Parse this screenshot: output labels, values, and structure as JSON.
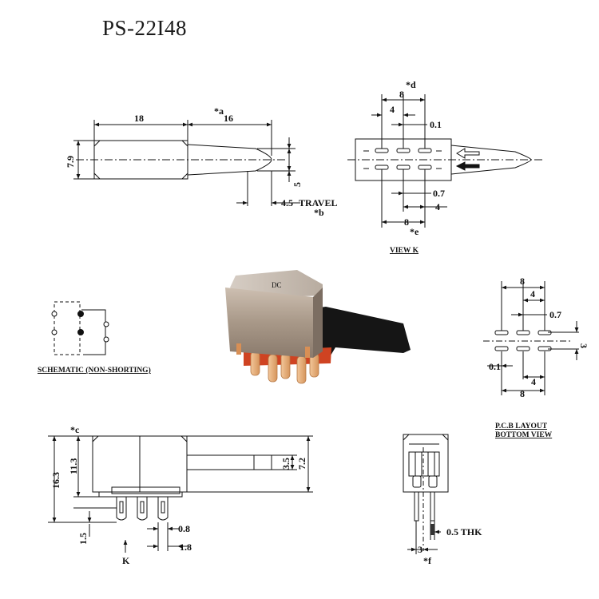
{
  "title": "PS-22I48",
  "top_view": {
    "dim_18": "18",
    "dim_16": "16",
    "note_a": "*a",
    "dim_7_9": "7.9",
    "dim_5": "5",
    "dim_4_5": "4.5",
    "travel": "TRAVEL",
    "note_b": "*b"
  },
  "view_k": {
    "dim_8_top": "8",
    "note_d": "*d",
    "dim_4_top": "4",
    "dim_0_1": "0.1",
    "dim_0_7": "0.7",
    "dim_4_bottom": "4",
    "dim_8_bottom": "8",
    "note_e": "*e",
    "caption": "VIEW K"
  },
  "schematic": {
    "caption": "SCHEMATIC (NON-SHORTING)"
  },
  "product_photo": {
    "marking": "DC"
  },
  "pcb_layout": {
    "dim_8_top": "8",
    "dim_4_top": "4",
    "dim_0_7": "0.7",
    "dim_3": "3",
    "dim_0_1": "0.1",
    "dim_4_bottom": "4",
    "dim_8_bottom": "8",
    "caption_line1": "P.C.B LAYOUT",
    "caption_line2": "BOTTOM VIEW"
  },
  "side_view": {
    "note_c": "*c",
    "dim_16_3": "16.3",
    "dim_11_3": "11.3",
    "dim_3_5": "3.5",
    "dim_7_2": "7.2",
    "dim_1_5": "1.5",
    "dim_0_8": "0.8",
    "dim_1_8": "1.8",
    "k_label": "K"
  },
  "end_view": {
    "dim_0_5_thk": "0.5 THK",
    "dim_3": "3",
    "note_f": "*f"
  },
  "colors": {
    "line": "#111111",
    "body_metal": "#a09080",
    "actuator": "#1a1a1a",
    "base_red": "#d84a2a",
    "terminal_copper": "#e0a070"
  }
}
